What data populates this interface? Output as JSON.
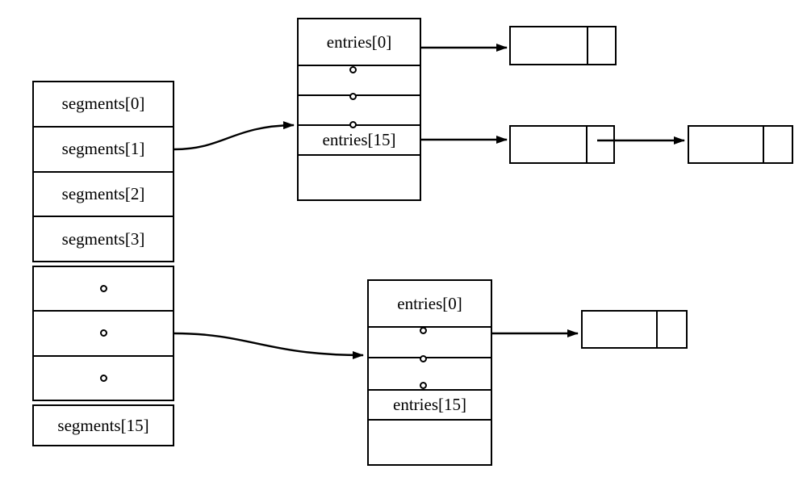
{
  "diagram": {
    "background": "#ffffff",
    "line_color": "#000000"
  },
  "segments_table": {
    "rows": [
      {
        "label": "segments[0]"
      },
      {
        "label": "segments[1]"
      },
      {
        "label": "segments[2]"
      },
      {
        "label": "segments[3]"
      },
      {
        "dot": true
      },
      {
        "dot": true
      },
      {
        "dot": true
      },
      {
        "label": "segments[15]"
      }
    ]
  },
  "hash_table_top": {
    "rows": [
      {
        "label": "entries[0]"
      },
      {
        "label": ""
      },
      {
        "label": ""
      },
      {
        "label": "entries[15]"
      },
      {
        "label": ""
      }
    ],
    "ellipsis_dots": 3
  },
  "hash_table_bottom": {
    "rows": [
      {
        "label": "entries[0]"
      },
      {
        "label": ""
      },
      {
        "label": ""
      },
      {
        "label": "entries[15]"
      },
      {
        "label": ""
      }
    ],
    "ellipsis_dots": 3
  },
  "list_nodes": [
    {
      "id": "node-a1",
      "cells": 2
    },
    {
      "id": "node-a2",
      "cells": 2
    },
    {
      "id": "node-a3",
      "cells": 2
    },
    {
      "id": "node-b1",
      "cells": 2
    }
  ],
  "edges": [
    {
      "from": "segments[1]",
      "to": "hash-table-top"
    },
    {
      "from": "hash-table-top entries[0]",
      "to": "node-a1"
    },
    {
      "from": "hash-table-top entries[15]",
      "to": "node-a2"
    },
    {
      "from": "node-a2 pointer",
      "to": "node-a3"
    },
    {
      "from": "segments-table ellipsis row",
      "to": "hash-table-bottom"
    },
    {
      "from": "hash-table-bottom ellipsis row",
      "to": "node-b1"
    }
  ]
}
